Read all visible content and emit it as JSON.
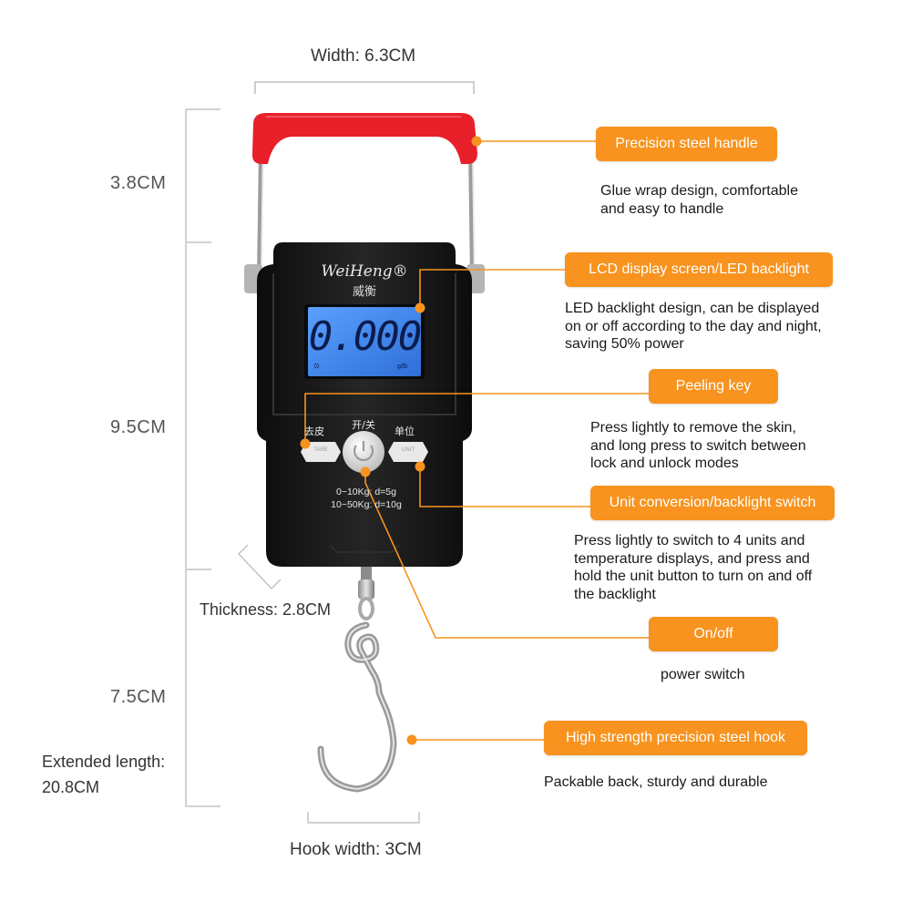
{
  "dimensions": {
    "width": "Width: 6.3CM",
    "handle_height": "3.8CM",
    "body_height": "9.5CM",
    "hook_height": "7.5CM",
    "thickness": "Thickness: 2.8CM",
    "extended_length_line1": "Extended length:",
    "extended_length_line2": "20.8CM",
    "hook_width": "Hook width: 3CM"
  },
  "device": {
    "brand": "WeiHeng®",
    "brand_cn": "威衡",
    "lcd_reading": "0.000",
    "lcd_small_left": "⊙",
    "lcd_small_right": "g/lb",
    "tare_key_label": "去皮",
    "power_key_label": "开/关",
    "unit_key_label": "单位",
    "tare_key_text": "TARE",
    "unit_key_text": "UNIT",
    "spec_line1": "0~10Kg: d=5g",
    "spec_line2": "10~50Kg: d=10g"
  },
  "callouts": [
    {
      "title": "Precision steel handle",
      "lines": [
        "Glue wrap design, comfortable",
        "and easy to handle"
      ]
    },
    {
      "title": "LCD display screen/LED backlight",
      "lines": [
        "LED backlight design, can be displayed",
        "on or off according to the day and night,",
        "saving 50% power"
      ]
    },
    {
      "title": "Peeling key",
      "lines": [
        "Press lightly to remove the skin,",
        "and long press to switch between",
        "lock and unlock modes"
      ]
    },
    {
      "title": "Unit conversion/backlight switch",
      "lines": [
        "Press lightly to switch to 4 units and",
        "temperature displays, and press and",
        "hold the unit button to turn on and off",
        "the backlight"
      ]
    },
    {
      "title": "On/off",
      "lines": [
        "power switch"
      ]
    },
    {
      "title": "High strength precision steel hook",
      "lines": [
        "Packable back, sturdy and durable"
      ]
    }
  ],
  "colors": {
    "accent_orange": "#f7931e",
    "handle_red": "#e8202a",
    "lcd_blue": "#3d7ee6",
    "body_black": "#141414"
  }
}
